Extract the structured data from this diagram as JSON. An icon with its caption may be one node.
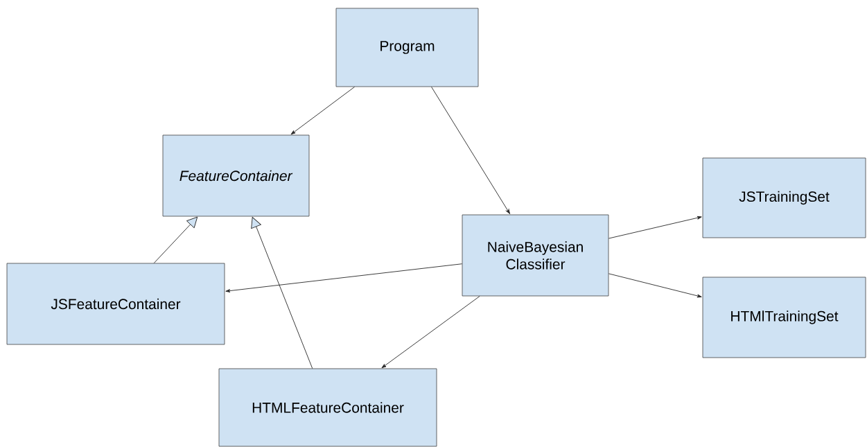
{
  "diagram": {
    "nodes": [
      {
        "text": [
          "Program"
        ]
      },
      {
        "text": [
          "*FeatureContainer*"
        ]
      },
      {
        "text": [
          "NaiveBayesian Classifier"
        ]
      },
      {
        "text": [
          "JSTrainingSet"
        ]
      },
      {
        "text": [
          "HTMlTrainingSet"
        ]
      },
      {
        "text": [
          "JSFeatureContainer"
        ]
      },
      {
        "text": [
          "HTMLFeatureContainer"
        ]
      }
    ],
    "edges": [
      {
        "from": 0,
        "to": 1,
        "arrow": "to"
      },
      {
        "from": 0,
        "to": 2,
        "arrow": "to"
      },
      {
        "from": 2,
        "to": 3,
        "arrow": "to"
      },
      {
        "from": 2,
        "to": 4,
        "arrow": "to"
      },
      {
        "from": 2,
        "to": 5,
        "arrow": "to"
      },
      {
        "from": 2,
        "to": 6,
        "arrow": "to"
      },
      {
        "from": 5,
        "to": 1,
        "arrow": "to"
      },
      {
        "from": 6,
        "to": 1,
        "arrow": "to"
      }
    ]
  }
}
